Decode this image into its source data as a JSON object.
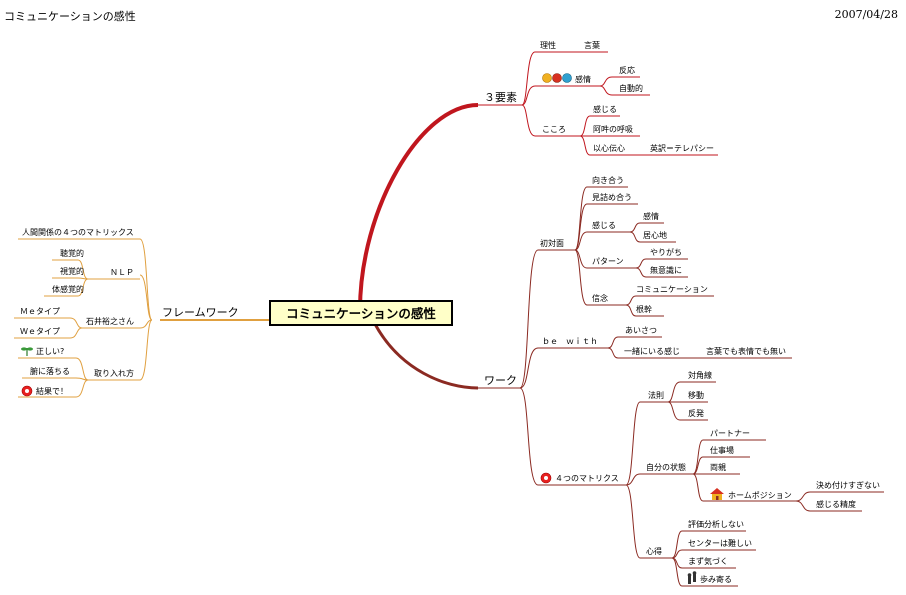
{
  "header": {
    "title": "コミュニケーションの感性",
    "date": "2007/04/28"
  },
  "colors": {
    "red": "#c0161e",
    "brown": "#8b2a22",
    "orange": "#e0a040",
    "central_fill": "#ffffc8"
  },
  "central": "コミュニケーションの感性",
  "branches": {
    "three_elements": {
      "label": "３要素",
      "rise": {
        "label": "理性",
        "child": "言葉"
      },
      "emotion": {
        "label": "感情",
        "children": [
          "反応",
          "自動的"
        ]
      },
      "heart": {
        "label": "こころ",
        "children": [
          "感じる",
          "阿吽の呼吸",
          "以心伝心"
        ],
        "ishin_child": "英訳＝テレパシー"
      }
    },
    "work": {
      "label": "ワーク",
      "first_meeting": {
        "label": "初対面",
        "facing": "向き合う",
        "staring": "見詰め合う",
        "feel": {
          "label": "感じる",
          "children": [
            "感情",
            "居心地"
          ]
        },
        "pattern": {
          "label": "パターン",
          "children": [
            "やりがち",
            "無意識に"
          ]
        },
        "trust": {
          "label": "信念",
          "children": [
            "コミュニケーション",
            "根幹"
          ]
        }
      },
      "be_with": {
        "label": "ｂｅ　ｗｉｔｈ",
        "greet": "あいさつ",
        "together": {
          "label": "一緒にいる感じ",
          "child": "言葉でも表情でも無い"
        }
      },
      "matrix": {
        "label": "４つのマトリクス",
        "law": {
          "label": "法則",
          "children": [
            "対角線",
            "移動",
            "反発"
          ]
        },
        "state": {
          "label": "自分の状態",
          "children": [
            "パートナー",
            "仕事場",
            "両親"
          ],
          "home": {
            "label": "ホームポジション",
            "children": [
              "決め付けすぎない",
              "感じる精度"
            ]
          }
        },
        "mind": {
          "label": "心得",
          "children": [
            "評価分析しない",
            "センターは難しい",
            "まず気づく",
            "歩み寄る"
          ]
        }
      }
    },
    "framework": {
      "label": "フレームワーク",
      "matrix4": "人間関係の４つのマトリックス",
      "nlp": {
        "label": "ＮＬＰ",
        "children": [
          "聴覚的",
          "視覚的",
          "体感覚的"
        ]
      },
      "ishii": {
        "label": "石井裕之さん",
        "children": [
          "Ｍｅタイプ",
          "Ｗｅタイプ"
        ]
      },
      "adopt": {
        "label": "取り入れ方",
        "children": [
          "正しい?",
          "腑に落ちる",
          "結果で！"
        ]
      }
    }
  }
}
